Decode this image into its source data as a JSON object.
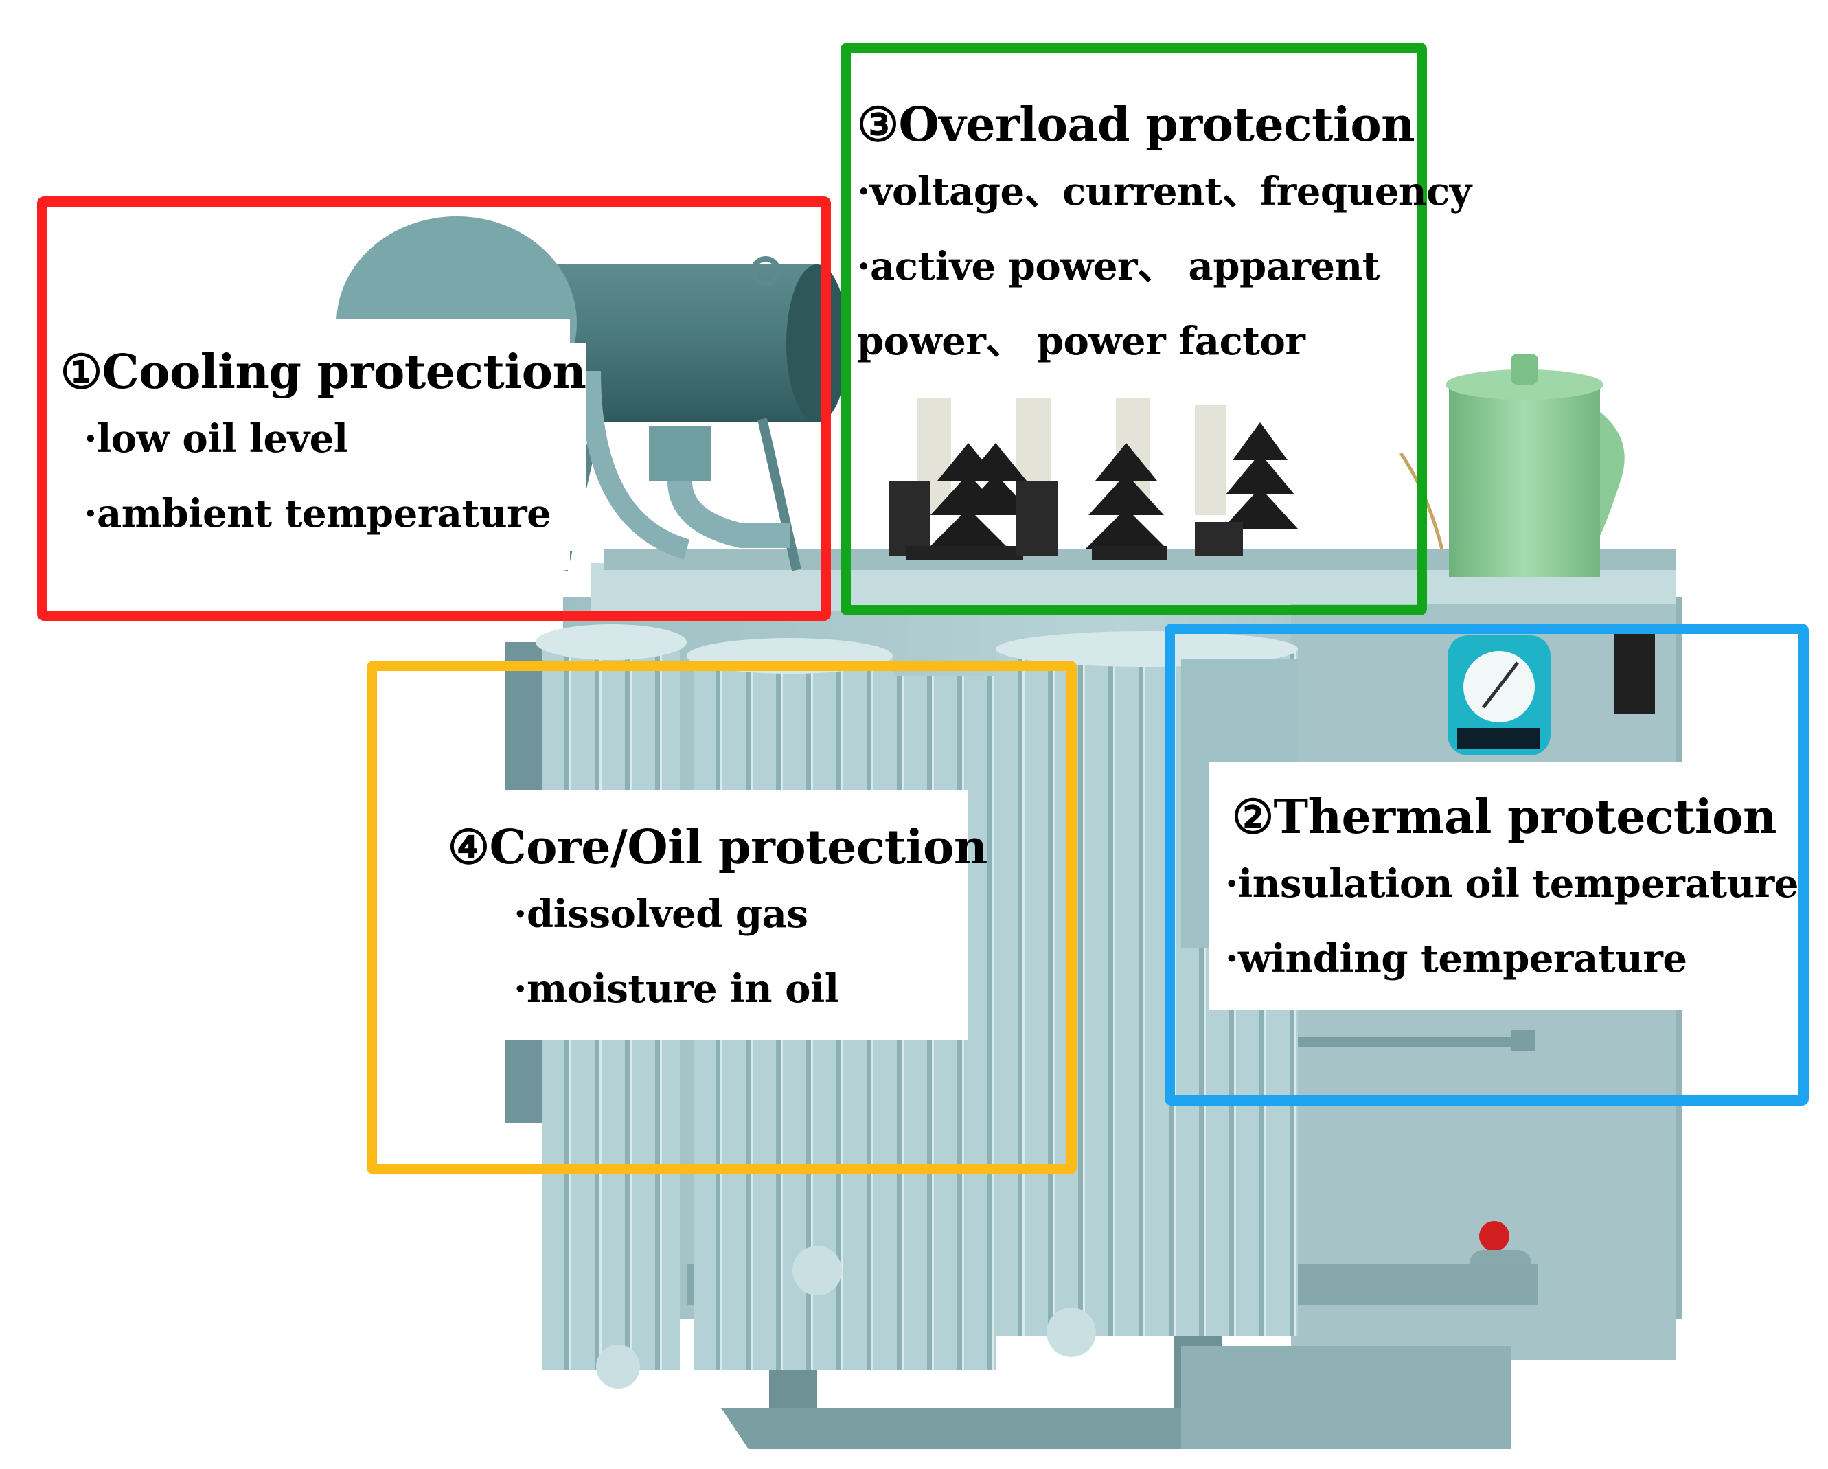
{
  "colors": {
    "cooling": "#ff1f1f",
    "overload": "#12a61a",
    "thermal": "#1ea3f0",
    "core_oil": "#fdbb17",
    "tank": "#a9c8cc",
    "tank_dark": "#7fa3a8",
    "conservator": "#3f6f72",
    "breather": "#8fd19a",
    "bushing": "#1c1c1c"
  },
  "labels": {
    "cooling": {
      "title": "①Cooling protection",
      "items": [
        "·low oil level",
        "·ambient temperature"
      ]
    },
    "overload": {
      "title": "③Overload protection",
      "items": [
        "·voltage、current、frequency",
        "·active power、 apparent",
        "power、 power factor"
      ]
    },
    "thermal": {
      "title": "②Thermal protection",
      "items": [
        "·insulation oil temperature",
        "·winding temperature"
      ]
    },
    "core_oil": {
      "title": "④Core/Oil protection",
      "items": [
        "·dissolved gas",
        "·moisture in oil"
      ]
    }
  }
}
